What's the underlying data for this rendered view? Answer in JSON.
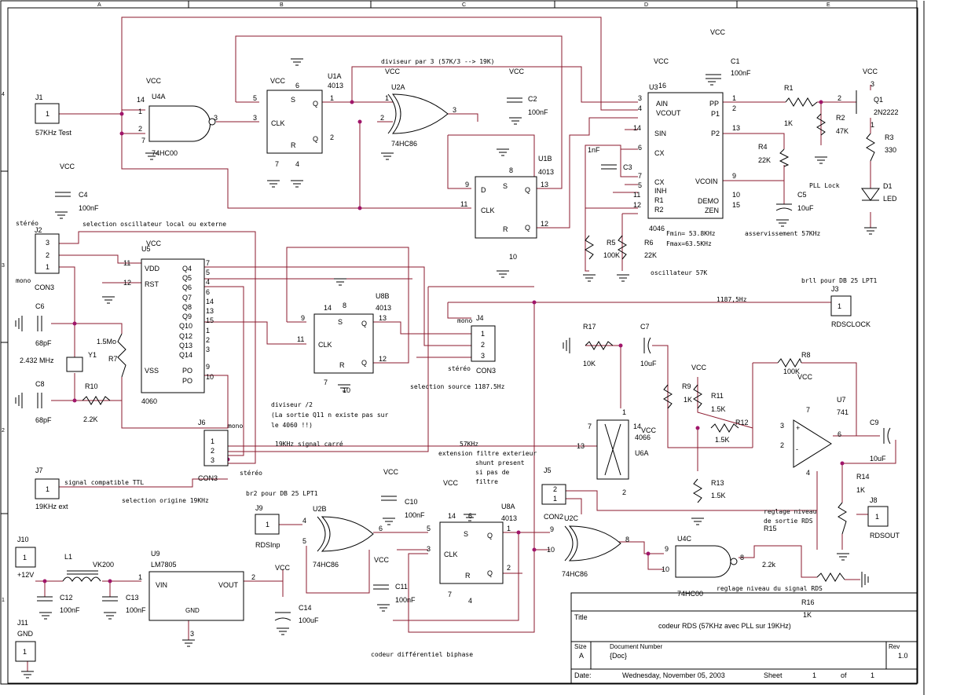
{
  "border": {
    "columns": [
      "A",
      "B",
      "C",
      "D",
      "E"
    ],
    "rows": [
      "4",
      "3",
      "2",
      "1"
    ]
  },
  "title_block": {
    "title_label": "Title",
    "title": "codeur RDS (57KHz avec PLL sur 19KHz)",
    "size_label": "Size",
    "size": "A",
    "docnum_label": "Document Number",
    "docnum": "{Doc}",
    "rev_label": "Rev",
    "rev": "1.0",
    "date_label": "Date:",
    "date": "Wednesday, November 05, 2003",
    "sheet_label": "Sheet",
    "sheet": "1",
    "of_label": "of",
    "of": "1"
  },
  "labels": {
    "J1": "J1",
    "J1_pin": "1",
    "J1_desc": "57KHz Test",
    "U4A": "U4A",
    "U4A_part": "74HC00",
    "U1A": "U1A",
    "U1A_part": "4013",
    "U2A": "U2A",
    "U2A_part": "74HC86",
    "div3": "diviseur par 3 (57K/3 --> 19K)",
    "C2": "C2",
    "C2_val": "100nF",
    "C1": "C1",
    "C1_val": "100nF",
    "U3": "U3",
    "U3_part": "4046",
    "R1": "R1",
    "R1_val": "1K",
    "R2": "R2",
    "R2_val": "47K",
    "R3": "R3",
    "R3_val": "330",
    "R4": "R4",
    "R4_val": "22K",
    "Q1": "Q1",
    "Q1_part": "2N2222",
    "D1": "D1",
    "D1_part": "LED",
    "C5": "C5",
    "C5_val": "10uF",
    "pll": "PLL Lock",
    "C3": "C3",
    "C3_val": "1nF",
    "U1B": "U1B",
    "U1B_part": "4013",
    "C4": "C4",
    "C4_val": "100nF",
    "R5": "R5",
    "R5_val": "100K",
    "R6": "R6",
    "R6_val": "22K",
    "fmin": "Fmin= 53.8KHz",
    "fmax": "Fmax=63.5KHz",
    "asserv": "asservissement 57KHz",
    "osc57": "oscillateur 57K",
    "J2": "J2",
    "stereo": "stéréo",
    "mono": "mono",
    "CON3": "CON3",
    "sel_osc": "selection oscillateur local ou externe",
    "U5": "U5",
    "U5_part": "4060",
    "C6": "C6",
    "C6_val": "68pF",
    "C8": "C8",
    "C8_val": "68pF",
    "Y1": "Y1",
    "Y1_val": "2.432 MHz",
    "R7": "R7",
    "R7_val": "1.5Mo",
    "R10": "R10",
    "R10_val": "2.2K",
    "U8B": "U8B",
    "U8B_part": "4013",
    "J4": "J4",
    "sel_src": "selection source 1187.5Hz",
    "div2_a": "diviseur /2",
    "div2_b": "(La sortie Q11 n existe pas sur",
    "div2_c": "le 4060 !!)",
    "J3": "J3",
    "J3_desc": "RDSCLOCK",
    "brll": "brll pour DB 25 LPT1",
    "f1187": "1187,5Hz",
    "R17": "R17",
    "R17_val": "10K",
    "C7": "C7",
    "C7_val": "10uF",
    "R8": "R8",
    "R8_val": "100K",
    "R9": "R9",
    "R9_val": "1K",
    "R11": "R11",
    "R11_val": "1.5K",
    "R12": "R12",
    "R12_val": "1.5K",
    "R13": "R13",
    "R13_val": "1.5K",
    "U7": "U7",
    "U7_part": "741",
    "C9": "C9",
    "C9_val": "10uF",
    "R14": "R14",
    "R14_val": "1K",
    "J8": "J8",
    "J8_desc": "RDSOUT",
    "reg_sortie_a": "reglage niveau",
    "reg_sortie_b": "de sortie RDS",
    "R15": "R15",
    "R15_val": "2.2k",
    "reg_signal": "reglage niveau du signal RDS",
    "R16": "R16",
    "R16_val": "1K",
    "U6A": "U6A",
    "U6A_part": "4066",
    "J6": "J6",
    "sig19": "19KHz signal carré",
    "f57": "57KHz",
    "ext_a": "extension filtre exterieur",
    "ext_b": "shunt present",
    "ext_c": "si pas de",
    "ext_d": "filtre",
    "J5": "J5",
    "J5_part": "CON2",
    "J7": "J7",
    "J7_desc": "19KHz ext",
    "ttl": "signal compatible TTL",
    "sel_orig": "selection origine 19KHz",
    "br2": "br2 pour DB 25 LPT1",
    "J9": "J9",
    "J9_desc": "RDSInp",
    "U2B": "U2B",
    "U2B_part": "74HC86",
    "C10": "C10",
    "C10_val": "100nF",
    "U8A": "U8A",
    "U8A_part": "4013",
    "C11": "C11",
    "C11_val": "100nF",
    "U2C": "U2C",
    "U2C_part": "74HC86",
    "U4C": "U4C",
    "U4C_part": "74HC00",
    "biphase": "codeur différentiel biphase",
    "J10": "J10",
    "J10_desc": "+12V",
    "L1": "L1",
    "L1_val": "VK200",
    "C12": "C12",
    "C12_val": "100nF",
    "C13": "C13",
    "C13_val": "100nF",
    "U9": "U9",
    "U9_part": "LM7805",
    "VIN": "VIN",
    "VOUT": "VOUT",
    "GND": "GND",
    "C14": "C14",
    "C14_val": "100uF",
    "J11": "J11",
    "J11_desc": "GND",
    "VCC": "VCC",
    "D": "D",
    "S": "S",
    "R": "R",
    "Q": "Q",
    "Qn": "Q",
    "CLK": "CLK",
    "VDD": "VDD",
    "VSS": "VSS",
    "RST": "RST",
    "PO": "PO",
    "POn": "PO",
    "Q4": "Q4",
    "Q5": "Q5",
    "Q6": "Q6",
    "Q7": "Q7",
    "Q8": "Q8",
    "Q9": "Q9",
    "Q10": "Q10",
    "Q12": "Q12",
    "Q13": "Q13",
    "Q14": "Q14",
    "PP": "PP",
    "P1": "P1",
    "P2": "P2",
    "SIN": "SIN",
    "CX": "CX",
    "INH": "INH",
    "R1p": "R1",
    "R2p": "R2",
    "VCOIN": "VCOIN",
    "DEMO": "DEMO",
    "ZEN": "ZEN",
    "AIN": "AIN",
    "VCOUT": "VCOUT",
    "n1": "1",
    "n2": "2",
    "n3": "3",
    "n4": "4",
    "n5": "5",
    "n6": "6",
    "n7": "7",
    "n8": "8",
    "n9": "9",
    "n10": "10",
    "n11": "11",
    "n12": "12",
    "n13": "13",
    "n14": "14",
    "n15": "15",
    "n16": "16",
    "plus": "+",
    "minus": "-"
  }
}
